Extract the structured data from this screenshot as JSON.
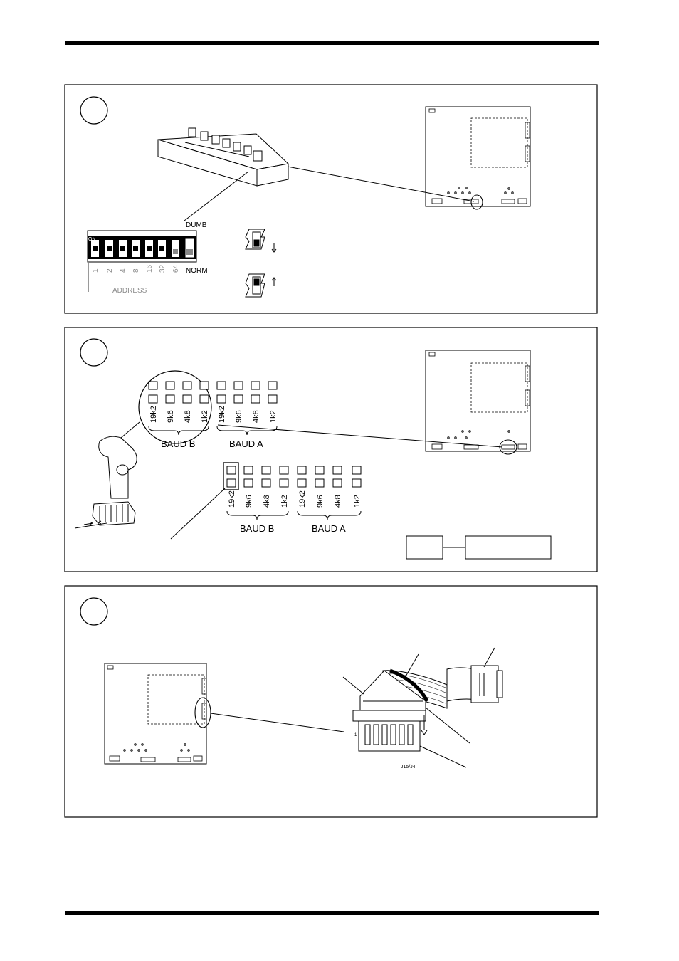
{
  "panel1": {
    "dip_on_label": "ON",
    "dip_address_values": [
      "1",
      "2",
      "4",
      "8",
      "16",
      "32",
      "64"
    ],
    "dumb_label": "DUMB",
    "norm_label": "NORM",
    "address_label": "ADDRESS"
  },
  "panel2": {
    "baud_values": [
      "19k2",
      "9k6",
      "4k8",
      "1k2"
    ],
    "baud_b_label": "BAUD B",
    "baud_a_label": "BAUD A"
  },
  "panel3": {
    "connector_label": "J15/J4",
    "pin_label": "1"
  }
}
